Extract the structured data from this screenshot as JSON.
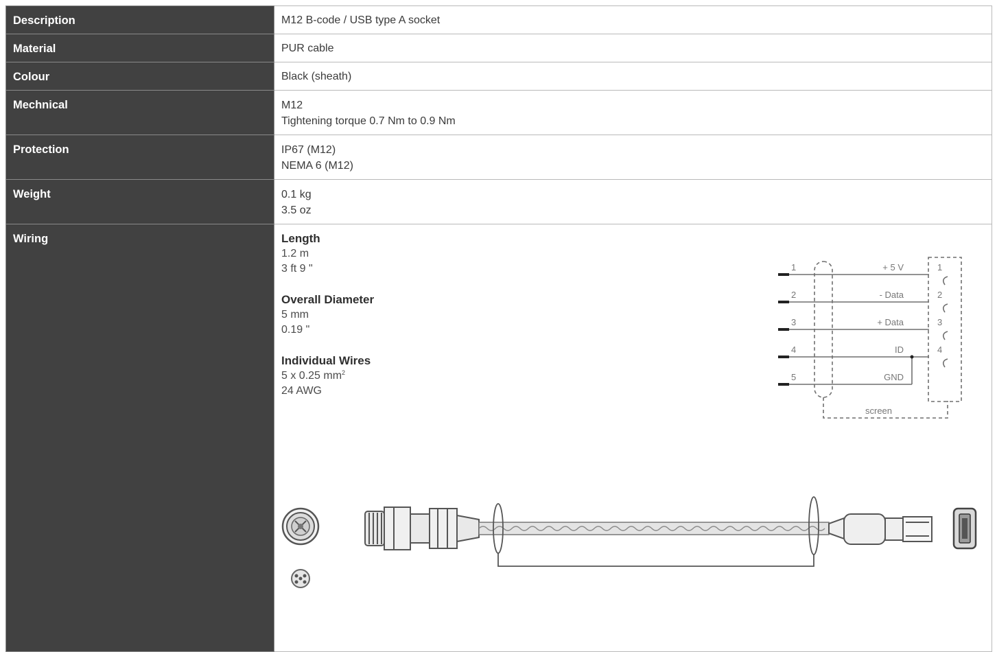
{
  "rows": [
    {
      "label": "Description",
      "values": [
        "M12 B-code / USB type A socket"
      ]
    },
    {
      "label": "Material",
      "values": [
        "PUR cable"
      ]
    },
    {
      "label": "Colour",
      "values": [
        "Black (sheath)"
      ]
    },
    {
      "label": "Mechnical",
      "values": [
        "M12",
        "Tightening torque 0.7 Nm to 0.9 Nm"
      ]
    },
    {
      "label": "Protection",
      "values": [
        "IP67 (M12)",
        "NEMA 6 (M12)"
      ]
    },
    {
      "label": "Weight",
      "values": [
        "0.1 kg",
        "3.5 oz"
      ]
    }
  ],
  "wiring": {
    "label": "Wiring",
    "length": {
      "heading": "Length",
      "values": [
        "1.2 m",
        "3 ft 9 \""
      ]
    },
    "diameter": {
      "heading": "Overall Diameter",
      "values": [
        "5 mm",
        "0.19 \""
      ]
    },
    "wires": {
      "heading": "Individual Wires",
      "value1": "5 x 0.25 mm",
      "value1_sup": "2",
      "value2": "24 AWG"
    },
    "pinout": {
      "left_pins": [
        "1",
        "2",
        "3",
        "4",
        "5"
      ],
      "signals": [
        "+ 5 V",
        "- Data",
        "+ Data",
        "ID",
        "GND"
      ],
      "right_pins": [
        "1",
        "2",
        "3",
        "4"
      ],
      "screen_label": "screen"
    }
  }
}
